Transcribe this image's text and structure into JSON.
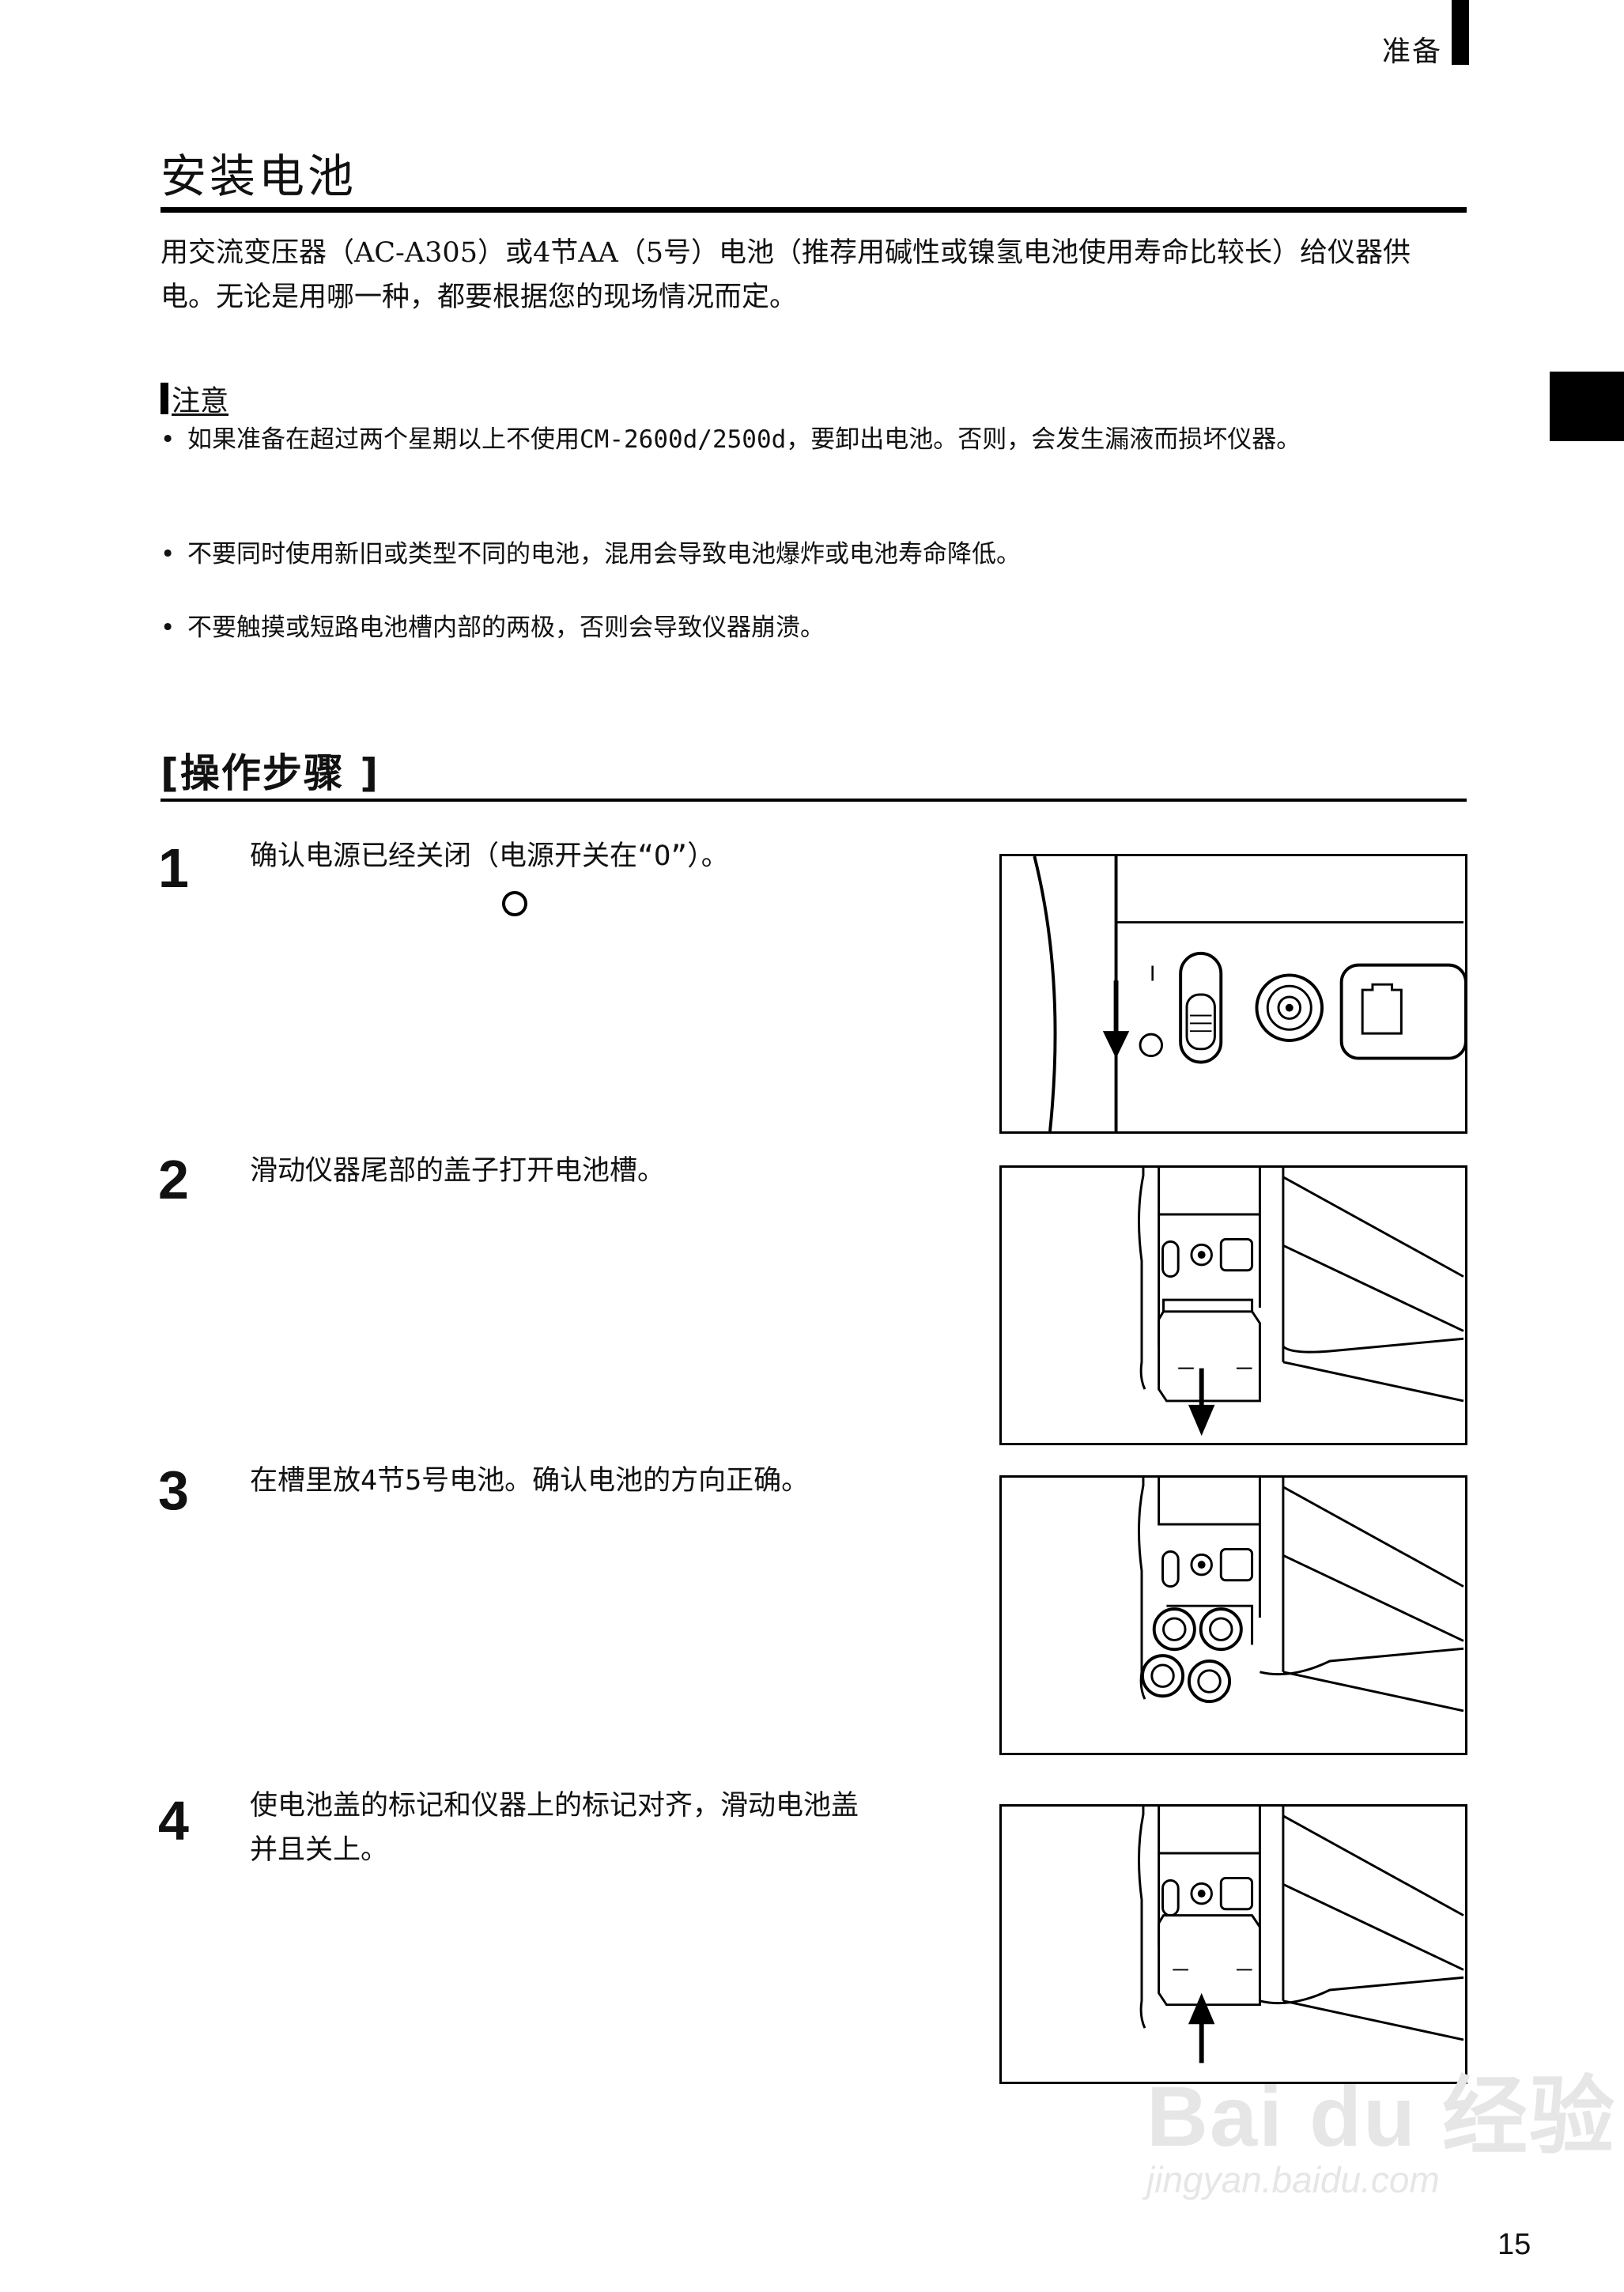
{
  "header": {
    "section_label": "准备"
  },
  "section": {
    "title": "安装电池",
    "intro": "用交流变压器（AC-A305）或4节AA（5号）电池（推荐用碱性或镍氢电池使用寿命比较长）给仪器供电。无论是用哪一种，都要根据您的现场情况而定。"
  },
  "caution": {
    "heading": "注意",
    "bullet_char": "•",
    "items": [
      "如果准备在超过两个星期以上不使用CM-2600d/2500d，要卸出电池。否则，会发生漏液而损坏仪器。",
      "不要同时使用新旧或类型不同的电池，混用会导致电池爆炸或电池寿命降低。",
      "不要触摸或短路电池槽内部的两极，否则会导致仪器崩溃。"
    ]
  },
  "procedure": {
    "title": "[操作步骤 ]",
    "steps": [
      {
        "number": "1",
        "text": "确认电源已经关闭（电源开关在“O”）。"
      },
      {
        "number": "2",
        "text": "滑动仪器尾部的盖子打开电池槽。"
      },
      {
        "number": "3",
        "text": "在槽里放4节5号电池。确认电池的方向正确。"
      },
      {
        "number": "4",
        "text": "使电池盖的标记和仪器上的标记对齐，滑动电池盖\n并且关上。"
      }
    ]
  },
  "figures": {
    "fig1_switch_on_mark": "I"
  },
  "watermark": {
    "brand": "Bai du 经验",
    "url": "jingyan.baidu.com"
  },
  "page_number": "15"
}
